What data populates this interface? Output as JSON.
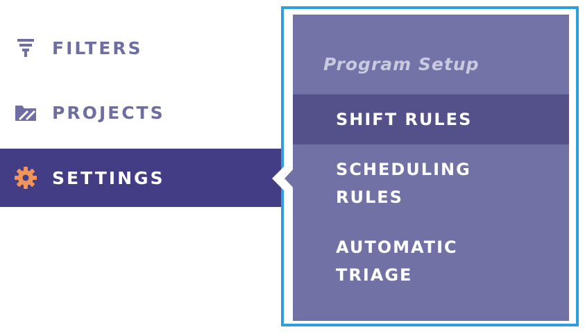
{
  "nav": {
    "items": [
      {
        "id": "filters",
        "label": "FILTERS",
        "icon": "funnel-icon",
        "active": false
      },
      {
        "id": "projects",
        "label": "PROJECTS",
        "icon": "folder-icon",
        "active": false
      },
      {
        "id": "settings",
        "label": "SETTINGS",
        "icon": "gear-icon",
        "active": true
      }
    ]
  },
  "flyout": {
    "title": "Program Setup",
    "items": [
      {
        "id": "shift-rules",
        "lines": [
          "SHIFT RULES"
        ],
        "selected": true
      },
      {
        "id": "scheduling-rules",
        "lines": [
          "SCHEDULING",
          "RULES"
        ],
        "selected": false
      },
      {
        "id": "automatic-triage",
        "lines": [
          "AUTOMATIC",
          "TRIAGE"
        ],
        "selected": false
      }
    ]
  },
  "colors": {
    "nav_inactive_text": "#6e6ea3",
    "nav_active_bg": "#433d85",
    "gear_accent": "#f0945a",
    "flyout_bg": "#7171a6",
    "flyout_selected_bg": "#53508a",
    "flyout_title": "#c9c9e0",
    "focus_outline": "#2f9ede"
  }
}
